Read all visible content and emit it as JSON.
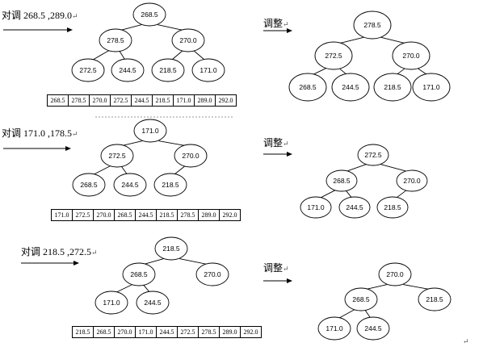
{
  "panels": [
    {
      "id": "row1",
      "swap_caption": "对调 268.5 ,289.0",
      "adjust_caption": "调整",
      "before_tree": [
        "268.5",
        "278.5",
        "270.0",
        "272.5",
        "244.5",
        "218.5",
        "171.0"
      ],
      "array": [
        "268.5",
        "278.5",
        "270.0",
        "272.5",
        "244.5",
        "218.5",
        "171.0",
        "289.0",
        "292.0"
      ],
      "after_tree": [
        "278.5",
        "272.5",
        "270.0",
        "268.5",
        "244.5",
        "218.5",
        "171.0"
      ]
    },
    {
      "id": "row2",
      "swap_caption": "对调 171.0 ,178.5",
      "adjust_caption": "调整",
      "before_tree": [
        "171.0",
        "272.5",
        "270.0",
        "268.5",
        "244.5",
        "218.5"
      ],
      "array": [
        "171.0",
        "272.5",
        "270.0",
        "268.5",
        "244.5",
        "218.5",
        "278.5",
        "289.0",
        "292.0"
      ],
      "after_tree": [
        "272.5",
        "268.5",
        "270.0",
        "171.0",
        "244.5",
        "218.5"
      ]
    },
    {
      "id": "row3",
      "swap_caption": "对调 218.5 ,272.5",
      "adjust_caption": "调整",
      "before_tree": [
        "218.5",
        "268.5",
        "270.0",
        "171.0",
        "244.5"
      ],
      "array": [
        "218.5",
        "268.5",
        "270.0",
        "171.0",
        "244.5",
        "272.5",
        "278.5",
        "289.0",
        "292.0"
      ],
      "after_tree": [
        "270.0",
        "268.5",
        "218.5",
        "171.0",
        "244.5"
      ]
    }
  ],
  "paragraph_mark": "↵",
  "colors": {
    "stroke": "#000000",
    "node_fill": "#ffffff",
    "separator": "#999999"
  }
}
